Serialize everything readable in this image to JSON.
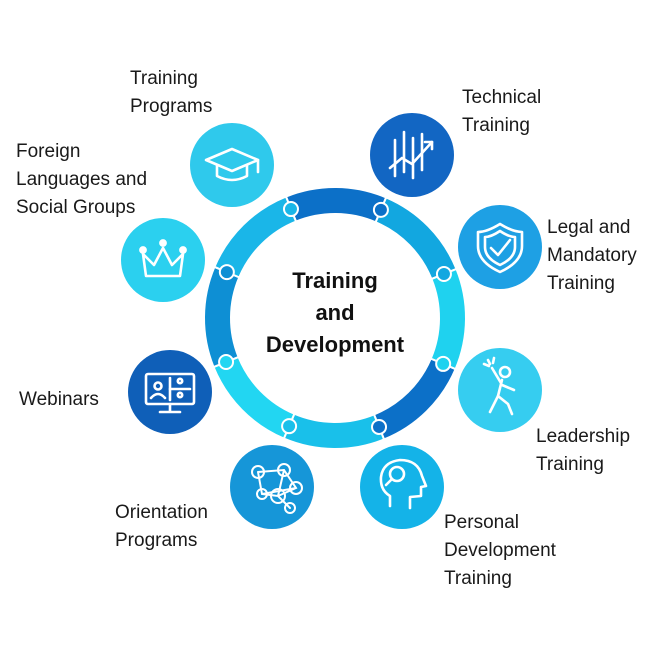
{
  "center": {
    "lines": [
      "Training",
      "and",
      "Development"
    ]
  },
  "colors": {
    "ring": [
      "#0c70c8",
      "#12a7e0",
      "#1fd2ef",
      "#0c70c8",
      "#19c0ea",
      "#22d6f2",
      "#0e8fd4",
      "#1ab6e8"
    ],
    "icon_white": "#ffffff"
  },
  "items": [
    {
      "id": "training-programs",
      "icon": "graduation-cap-icon",
      "color": "#2fc9ec",
      "label": [
        "Training",
        "Programs"
      ]
    },
    {
      "id": "technical-training",
      "icon": "chart-trend-icon",
      "color": "#1266c3",
      "label": [
        "Technical",
        "Training"
      ]
    },
    {
      "id": "legal-mandatory-training",
      "icon": "shield-check-icon",
      "color": "#1ea0e4",
      "label": [
        "Legal and",
        "Mandatory",
        "Training"
      ]
    },
    {
      "id": "leadership-training",
      "icon": "person-celebrate-icon",
      "color": "#36cdf0",
      "label": [
        "Leadership",
        "Training"
      ]
    },
    {
      "id": "personal-development-training",
      "icon": "head-search-icon",
      "color": "#14b3e8",
      "label": [
        "Personal",
        "Development",
        "Training"
      ]
    },
    {
      "id": "orientation-programs",
      "icon": "network-people-icon",
      "color": "#1696d8",
      "label": [
        "Orientation",
        "Programs"
      ]
    },
    {
      "id": "webinars",
      "icon": "video-conference-icon",
      "color": "#0f5fb8",
      "label": [
        "Webinars"
      ]
    },
    {
      "id": "foreign-languages-social-groups",
      "icon": "crown-icon",
      "color": "#2bd0ef",
      "label": [
        "Foreign",
        "Languages and",
        "Social Groups"
      ]
    }
  ]
}
